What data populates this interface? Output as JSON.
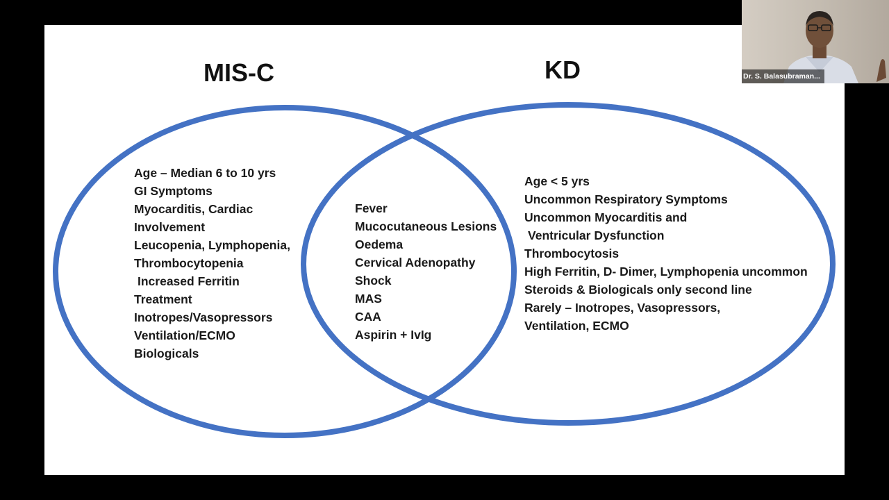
{
  "slide": {
    "left_circle": {
      "title": "MIS-C",
      "items": [
        "Age – Median 6 to 10 yrs",
        "GI Symptoms",
        "Myocarditis, Cardiac",
        "Involvement",
        "Leucopenia, Lymphopenia,",
        "Thrombocytopenia",
        "Increased Ferritin",
        "Treatment",
        "Inotropes/Vasopressors",
        "Ventilation/ECMO",
        "Biologicals"
      ]
    },
    "overlap": {
      "items": [
        "Fever",
        "Mucocutaneous Lesions",
        "Oedema",
        "Cervical Adenopathy",
        "Shock",
        "MAS",
        "CAA",
        "Aspirin + IvIg"
      ]
    },
    "right_circle": {
      "title": "KD",
      "items": [
        "Age < 5 yrs",
        "Uncommon Respiratory Symptoms",
        "Uncommon Myocarditis and",
        "Ventricular Dysfunction",
        "Thrombocytosis",
        "High Ferritin, D- Dimer, Lymphopenia uncommon",
        "Steroids & Biologicals only second line",
        "Rarely – Inotropes, Vasopressors,",
        "Ventilation, ECMO"
      ]
    },
    "circle_color": "#4472c4"
  },
  "video_tile": {
    "participant_name": "Dr. S. Balasubraman..."
  }
}
